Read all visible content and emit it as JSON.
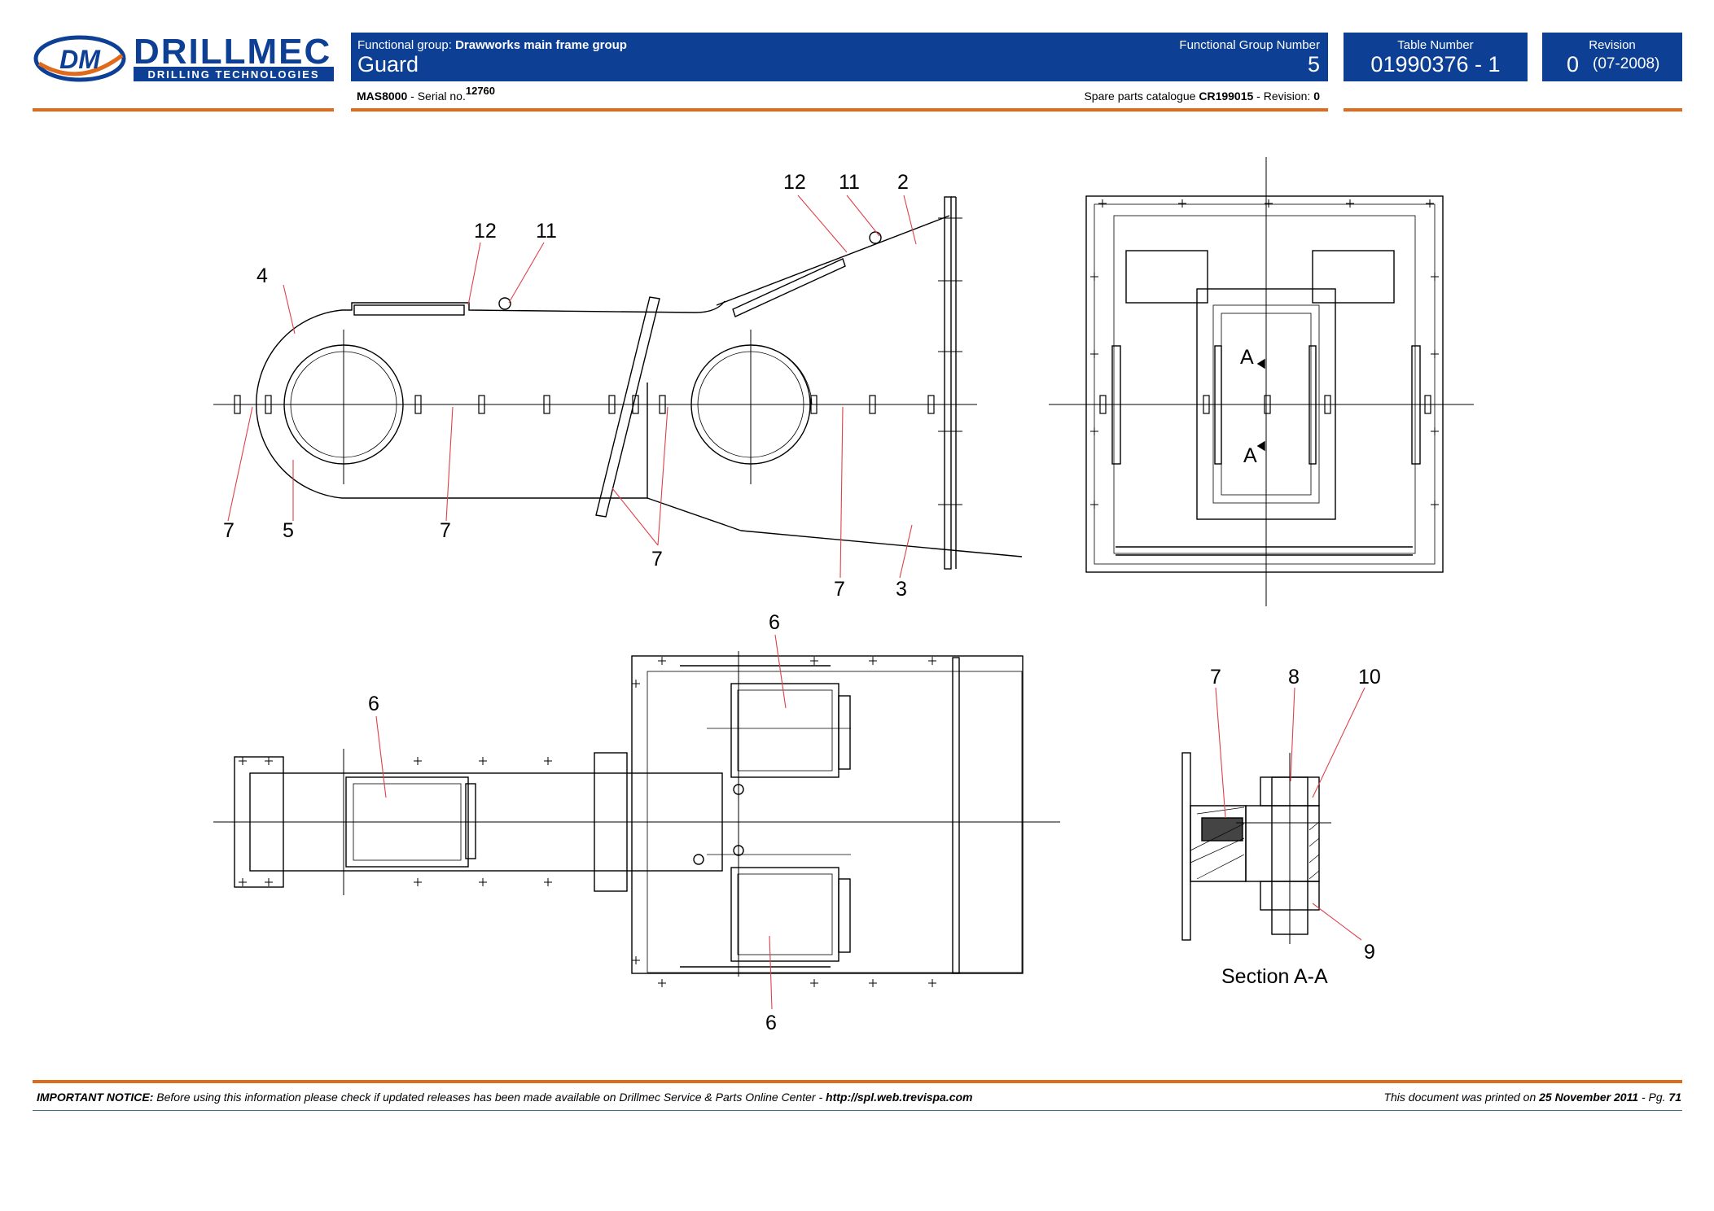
{
  "header": {
    "brand": {
      "name": "DRILLMEC",
      "tagline": "DRILLING TECHNOLOGIES",
      "monogram": "DM"
    },
    "functional_group_label": "Functional group:",
    "functional_group_value": "Drawworks main frame group",
    "title": "Guard",
    "group_number_label": "Functional Group Number",
    "group_number_value": "5",
    "table_number_label": "Table Number",
    "table_number_value": "01990376 - 1",
    "revision_label": "Revision",
    "revision_value": "0",
    "revision_date": "(07-2008)",
    "model": "MAS8000",
    "serial_label": "- Serial no.",
    "serial_value": "12760",
    "catalogue_label": "Spare parts catalogue",
    "catalogue_value": "CR199015",
    "catalogue_revision_label": "- Revision:",
    "catalogue_revision_value": "0"
  },
  "drawing": {
    "callouts": {
      "c2": "2",
      "c3": "3",
      "c4": "4",
      "c5": "5",
      "c6": "6",
      "c7": "7",
      "c8": "8",
      "c9": "9",
      "c10": "10",
      "c11": "11",
      "c12": "12"
    },
    "section_markers": {
      "a": "A"
    },
    "section_title": "Section  A-A"
  },
  "footer": {
    "notice_label": "IMPORTANT NOTICE:",
    "notice_text": "Before using this information please check if updated releases has been made available on Drillmec Service & Parts Online Center -",
    "notice_url": "http://spl.web.trevispa.com",
    "printed_prefix": "This document was printed on",
    "printed_date": "25 November 2011",
    "page_prefix": "- Pg.",
    "page_number": "71"
  },
  "colors": {
    "brand_blue": "#0d3f94",
    "accent_orange": "#e06a1c",
    "leader_red": "#e0404a",
    "footer_rule": "#3a6f8f"
  }
}
